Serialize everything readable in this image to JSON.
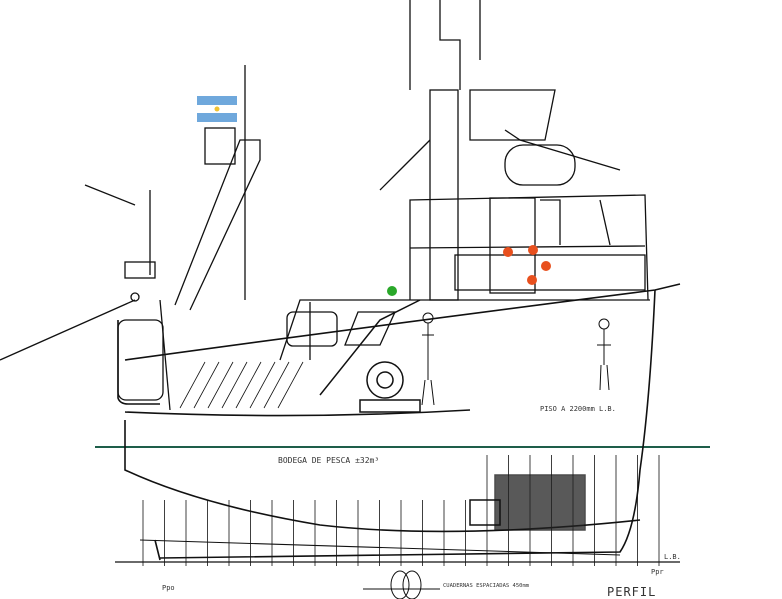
{
  "drawing": {
    "hold_label": "BODEGA DE PESCA ±32m³",
    "deck_label": "PISO A 2200mm L.B.",
    "title": "PERFIL",
    "baseline_label": "L.B.",
    "aft_perp_label": "Ppo",
    "fwd_perp_label": "Ppr",
    "frame_spacing_label": "CUADERNAS ESPACIADAS 450mm"
  },
  "colors": {
    "waterline": "#1e5e4a",
    "lines": "#111111",
    "lifebuoy": "#e8501e",
    "light": "#2aa82a",
    "flag_blue": "#6fa8dc"
  }
}
